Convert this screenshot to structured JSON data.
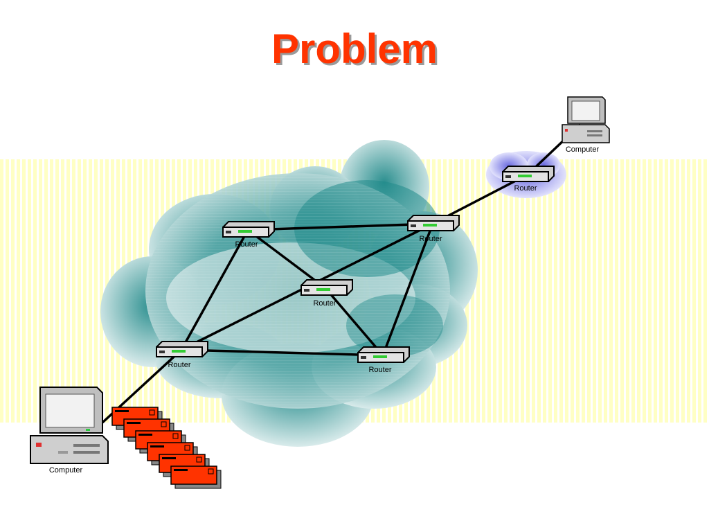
{
  "slide": {
    "title": "Problem"
  },
  "labels": {
    "computer_top": "Computer",
    "computer_bottom": "Computer",
    "router_remote": "Router",
    "router_top_left": "Router",
    "router_top_right": "Router",
    "router_center": "Router",
    "router_bottom_left": "Router",
    "router_bottom_right": "Router"
  },
  "icons": {
    "router": "router-icon",
    "computer": "desktop-computer-icon",
    "packet": "packet-icon"
  },
  "colors": {
    "title": "#ff3300",
    "cloud": "#4fa3a3",
    "packet": "#ff3300",
    "stripe": "#ffffc4"
  }
}
